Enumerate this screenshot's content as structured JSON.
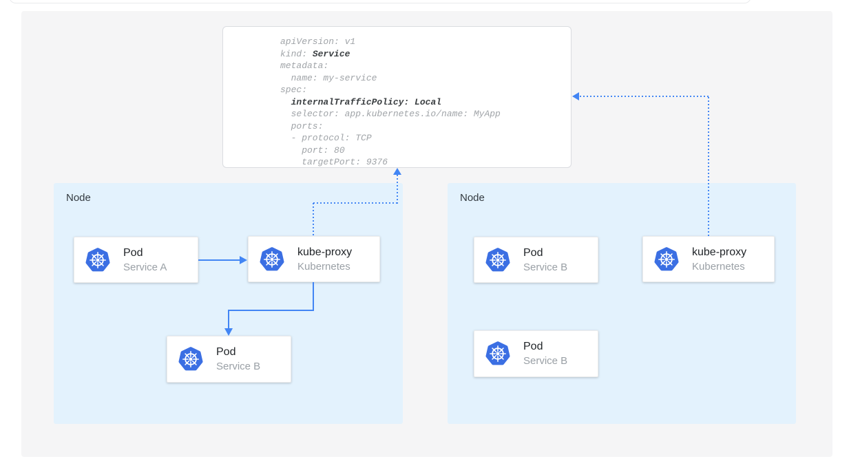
{
  "diagram": {
    "yaml_panel": {
      "lines": [
        [
          {
            "t": "apiVersion: v1"
          }
        ],
        [
          {
            "t": "kind: "
          },
          {
            "t": "Service",
            "b": true
          }
        ],
        [
          {
            "t": "metadata:"
          }
        ],
        [
          {
            "t": "  name: my-service"
          }
        ],
        [
          {
            "t": "spec:"
          }
        ],
        [
          {
            "t": "  "
          },
          {
            "t": "internalTrafficPolicy: Local",
            "b": true
          }
        ],
        [
          {
            "t": "  selector: app.kubernetes.io/name: MyApp"
          }
        ],
        [
          {
            "t": "  ports:"
          }
        ],
        [
          {
            "t": "  - protocol: TCP"
          }
        ],
        [
          {
            "t": "    port: 80"
          }
        ],
        [
          {
            "t": "    targetPort: 9376"
          }
        ]
      ]
    },
    "nodes": [
      {
        "label": "Node",
        "cards": [
          {
            "title": "Pod",
            "subtitle": "Service A"
          },
          {
            "title": "kube-proxy",
            "subtitle": "Kubernetes"
          },
          {
            "title": "Pod",
            "subtitle": "Service B"
          }
        ]
      },
      {
        "label": "Node",
        "cards": [
          {
            "title": "Pod",
            "subtitle": "Service B"
          },
          {
            "title": "kube-proxy",
            "subtitle": "Kubernetes"
          },
          {
            "title": "Pod",
            "subtitle": "Service B"
          }
        ]
      }
    ],
    "connections": [
      {
        "from": "pod-service-a",
        "to": "kube-proxy-node-1",
        "style": "solid-arrow"
      },
      {
        "from": "kube-proxy-node-1",
        "to": "pod-service-b-node-1",
        "style": "solid-arrow"
      },
      {
        "from": "kube-proxy-node-1",
        "to": "service-yaml-panel",
        "style": "dotted-arrow"
      },
      {
        "from": "kube-proxy-node-2",
        "to": "service-yaml-panel",
        "style": "dotted-arrow"
      }
    ],
    "colors": {
      "arrow_blue": "#4285F4",
      "kubernetes_blue": "#3B6FE3",
      "node_bg": "#E3F2FD",
      "canvas_bg": "#F5F5F6",
      "yaml_text": "#A0A4A8",
      "yaml_bold": "#3C4043"
    },
    "icons": {
      "card_icon": "kubernetes-helm-icon"
    }
  }
}
